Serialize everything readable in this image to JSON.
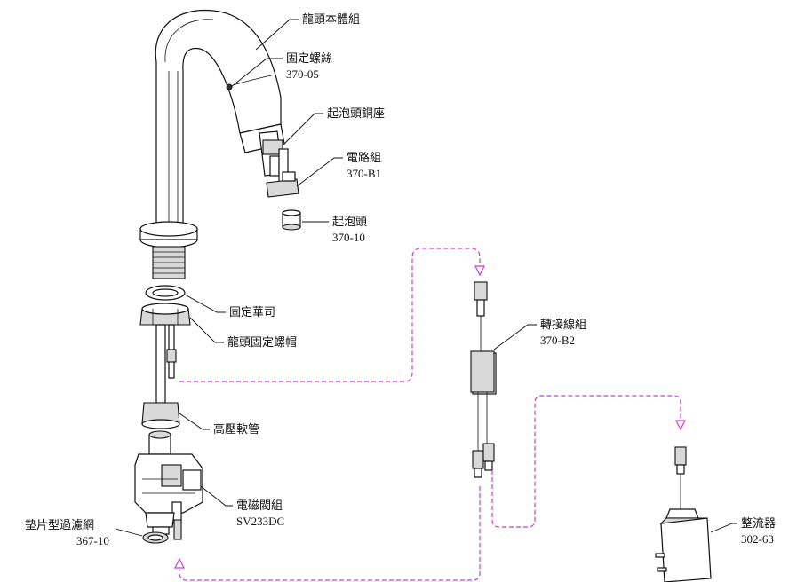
{
  "colors": {
    "wire": "#d63bd6",
    "line": "#111111"
  },
  "labels": {
    "faucet_body": "龍頭本體組",
    "set_screw": {
      "name": "固定螺絲",
      "code": "370-05"
    },
    "aerator_seat": "起泡頭銅座",
    "circuit": {
      "name": "電路組",
      "code": "370-B1"
    },
    "aerator": {
      "name": "起泡頭",
      "code": "370-10"
    },
    "washer": "固定華司",
    "nut": "龍頭固定螺帽",
    "hose": "高壓軟管",
    "valve": {
      "name": "電磁閥組",
      "code": "SV233DC"
    },
    "filter": {
      "name": "墊片型過濾網",
      "code": "367-10"
    },
    "adapter_cable": {
      "name": "轉接線組",
      "code": "370-B2"
    },
    "power_supply": {
      "name": "整流器",
      "code": "302-63"
    }
  }
}
